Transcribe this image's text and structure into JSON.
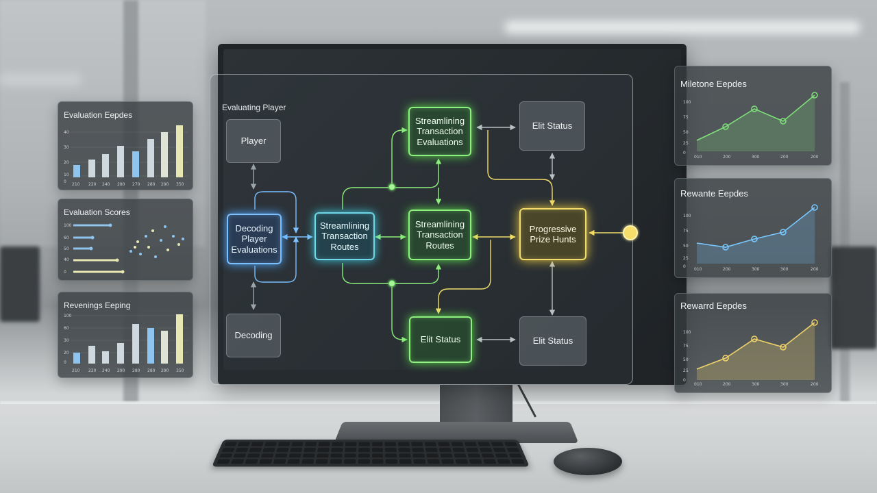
{
  "flow": {
    "title": "Evaluating Player",
    "nodes": {
      "player": "Player",
      "decoding_player_evaluations": "Decoding\nPlayer\nEvaluations",
      "decoding": "Decoding",
      "streamlining_transaction_routes_left": "Streamlining\nTransaction\nRoutes",
      "streamlining_transaction_evaluations": "Streamlining\nTransaction\nEvaluations",
      "streamlining_transaction_routes_mid": "Streamlining\nTransaction\nRoutes",
      "elit_status_green": "Elit Status",
      "elit_status_top": "Elit Status",
      "elit_status_bottom": "Elit Status",
      "progressive_prize_hunts": "Progressive\nPrize Hunts"
    }
  },
  "left_panels": [
    {
      "title": "Evaluation Eepdes",
      "type": "bar",
      "y_ticks": [
        "40",
        "30",
        "20",
        "10",
        "0"
      ],
      "x_ticks": [
        "210",
        "220",
        "240",
        "280",
        "270",
        "280",
        "290",
        "350"
      ]
    },
    {
      "title": "Evaluation Scores",
      "type": "hbar-scatter",
      "y_ticks": [
        "100",
        "60",
        "50",
        "40",
        "0"
      ]
    },
    {
      "title": "Revenings Eeping",
      "type": "bar",
      "y_ticks": [
        "100",
        "60",
        "30",
        "20",
        "0"
      ],
      "x_ticks": [
        "210",
        "220",
        "240",
        "290",
        "280",
        "280",
        "290",
        "350"
      ]
    }
  ],
  "right_panels": [
    {
      "title": "Miletone Eepdes",
      "type": "line",
      "color": "#7fe07a",
      "y_ticks": [
        "100",
        "75",
        "50",
        "25",
        "0"
      ],
      "x_ticks": [
        "010",
        "200",
        "300",
        "200",
        "200"
      ]
    },
    {
      "title": "Rewante Eepdes",
      "type": "line",
      "color": "#78c8ff",
      "y_ticks": [
        "100",
        "75",
        "50",
        "25",
        "0"
      ],
      "x_ticks": [
        "010",
        "200",
        "300",
        "300",
        "200"
      ]
    },
    {
      "title": "Rewarrd Eepdes",
      "type": "line",
      "color": "#f0d36a",
      "y_ticks": [
        "100",
        "75",
        "50",
        "25",
        "0"
      ],
      "x_ticks": [
        "010",
        "200",
        "300",
        "300",
        "200"
      ]
    }
  ],
  "colors": {
    "blue": "#7cc0ff",
    "cyan": "#6fd8e8",
    "green": "#8ef07e",
    "yellow": "#f2dd6a",
    "gray_node": "#555c62"
  }
}
